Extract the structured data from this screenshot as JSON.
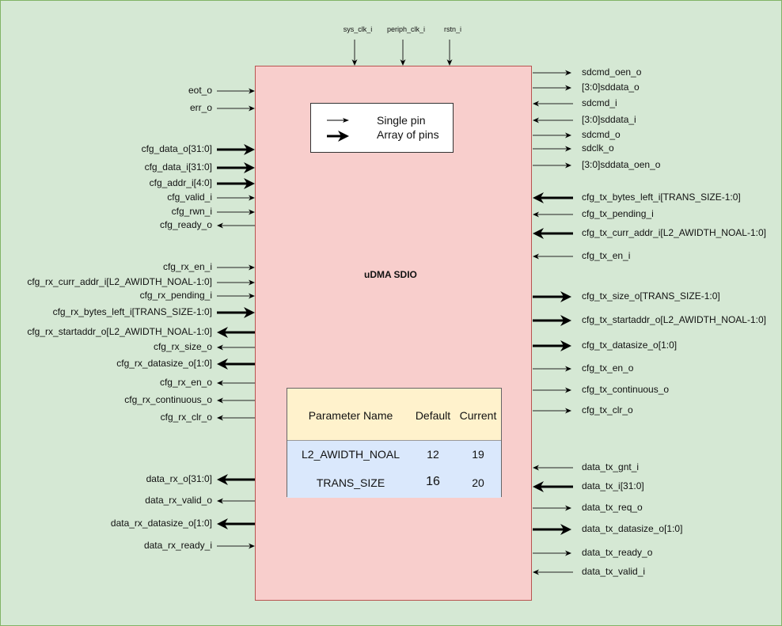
{
  "colors": {
    "background": "#d5e8d4",
    "block_fill": "#f8cecc",
    "block_border": "#b85450",
    "legend_fill": "#ffffff",
    "table_header": "#fff2cc",
    "table_row": "#dae8fc"
  },
  "block": {
    "title": "uDMA SDIO"
  },
  "legend": {
    "single_pin": "Single pin",
    "array_of_pins": "Array of pins"
  },
  "param_table": {
    "headers": [
      "Parameter Name",
      "Default",
      "Current"
    ],
    "rows": [
      {
        "name": "L2_AWIDTH_NOAL",
        "default": "12",
        "current": "19"
      },
      {
        "name": "TRANS_SIZE",
        "default": "16",
        "current": "20"
      }
    ]
  },
  "top_pins": [
    {
      "name": "sys_clk_i",
      "dir": "in",
      "bus": false
    },
    {
      "name": "periph_clk_i",
      "dir": "in",
      "bus": false
    },
    {
      "name": "rstn_i",
      "dir": "in",
      "bus": false
    }
  ],
  "left_pins": [
    {
      "name": "eot_o",
      "dir": "in",
      "bus": false
    },
    {
      "name": "err_o",
      "dir": "in",
      "bus": false
    },
    {
      "name": "cfg_data_o[31:0]",
      "dir": "in",
      "bus": true
    },
    {
      "name": "cfg_data_i[31:0]",
      "dir": "in",
      "bus": true
    },
    {
      "name": "cfg_addr_i[4:0]",
      "dir": "in",
      "bus": true
    },
    {
      "name": "cfg_valid_i",
      "dir": "in",
      "bus": false
    },
    {
      "name": "cfg_rwn_i",
      "dir": "in",
      "bus": false
    },
    {
      "name": "cfg_ready_o",
      "dir": "out",
      "bus": false
    },
    {
      "name": "cfg_rx_en_i",
      "dir": "in",
      "bus": false
    },
    {
      "name": "cfg_rx_curr_addr_i[L2_AWIDTH_NOAL-1:0]",
      "dir": "in",
      "bus": false
    },
    {
      "name": "cfg_rx_pending_i",
      "dir": "in",
      "bus": false
    },
    {
      "name": "cfg_rx_bytes_left_i[TRANS_SIZE-1:0]",
      "dir": "in",
      "bus": true
    },
    {
      "name": "cfg_rx_startaddr_o[L2_AWIDTH_NOAL-1:0]",
      "dir": "out",
      "bus": true
    },
    {
      "name": "cfg_rx_size_o",
      "dir": "out",
      "bus": false
    },
    {
      "name": "cfg_rx_datasize_o[1:0]",
      "dir": "out",
      "bus": true
    },
    {
      "name": "cfg_rx_en_o",
      "dir": "out",
      "bus": false
    },
    {
      "name": "cfg_rx_continuous_o",
      "dir": "out",
      "bus": false
    },
    {
      "name": "cfg_rx_clr_o",
      "dir": "out",
      "bus": false
    },
    {
      "name": "data_rx_o[31:0]",
      "dir": "out",
      "bus": true
    },
    {
      "name": "data_rx_valid_o",
      "dir": "out",
      "bus": false
    },
    {
      "name": "data_rx_datasize_o[1:0]",
      "dir": "out",
      "bus": true
    },
    {
      "name": "data_rx_ready_i",
      "dir": "in",
      "bus": false
    }
  ],
  "right_pins": [
    {
      "name": "sdcmd_oen_o",
      "dir": "out",
      "bus": false
    },
    {
      "name": "[3:0]sddata_o",
      "dir": "out",
      "bus": false
    },
    {
      "name": "sdcmd_i",
      "dir": "in",
      "bus": false
    },
    {
      "name": "[3:0]sddata_i",
      "dir": "in",
      "bus": false
    },
    {
      "name": "sdcmd_o",
      "dir": "out",
      "bus": false
    },
    {
      "name": "sdclk_o",
      "dir": "out",
      "bus": false
    },
    {
      "name": "[3:0]sddata_oen_o",
      "dir": "out",
      "bus": false
    },
    {
      "name": "cfg_tx_bytes_left_i[TRANS_SIZE-1:0]",
      "dir": "in",
      "bus": true
    },
    {
      "name": "cfg_tx_pending_i",
      "dir": "in",
      "bus": false
    },
    {
      "name": "cfg_tx_curr_addr_i[L2_AWIDTH_NOAL-1:0]",
      "dir": "in",
      "bus": true
    },
    {
      "name": "cfg_tx_en_i",
      "dir": "in",
      "bus": false
    },
    {
      "name": "cfg_tx_size_o[TRANS_SIZE-1:0]",
      "dir": "out",
      "bus": true
    },
    {
      "name": "cfg_tx_startaddr_o[L2_AWIDTH_NOAL-1:0]",
      "dir": "out",
      "bus": true
    },
    {
      "name": "cfg_tx_datasize_o[1:0]",
      "dir": "out",
      "bus": true
    },
    {
      "name": "cfg_tx_en_o",
      "dir": "out",
      "bus": false
    },
    {
      "name": "cfg_tx_continuous_o",
      "dir": "out",
      "bus": false
    },
    {
      "name": "cfg_tx_clr_o",
      "dir": "out",
      "bus": false
    },
    {
      "name": "data_tx_gnt_i",
      "dir": "in",
      "bus": false
    },
    {
      "name": "data_tx_i[31:0]",
      "dir": "in",
      "bus": true
    },
    {
      "name": "data_tx_req_o",
      "dir": "out",
      "bus": false
    },
    {
      "name": "data_tx_datasize_o[1:0]",
      "dir": "out",
      "bus": true
    },
    {
      "name": "data_tx_ready_o",
      "dir": "out",
      "bus": false
    },
    {
      "name": "data_tx_valid_i",
      "dir": "in",
      "bus": false
    }
  ]
}
